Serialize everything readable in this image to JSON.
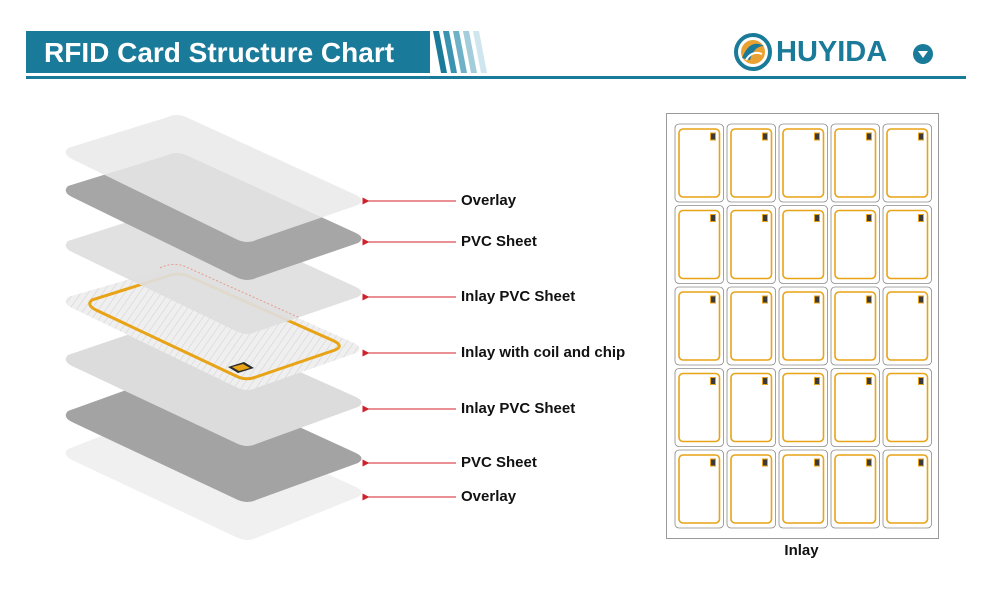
{
  "header": {
    "title": "RFID Card Structure Chart"
  },
  "brand": {
    "name": "HUYIDA",
    "accent": "#1a7a99"
  },
  "icons": {
    "logo": "huyida-logo-icon",
    "dropdown": "chevron-down-circle-icon",
    "arrow": "red-arrow-icon"
  },
  "colors": {
    "title_bar": "#1a7a99",
    "arrow": "#d0202a",
    "coil": "#e8a317"
  },
  "layers": [
    {
      "label": "Overlay"
    },
    {
      "label": "PVC Sheet"
    },
    {
      "label": "Inlay PVC Sheet"
    },
    {
      "label": "Inlay with coil and chip"
    },
    {
      "label": "Inlay PVC Sheet"
    },
    {
      "label": "PVC Sheet"
    },
    {
      "label": "Overlay"
    }
  ],
  "inlay_sheet": {
    "caption": "Inlay",
    "rows": 5,
    "columns": 5
  }
}
